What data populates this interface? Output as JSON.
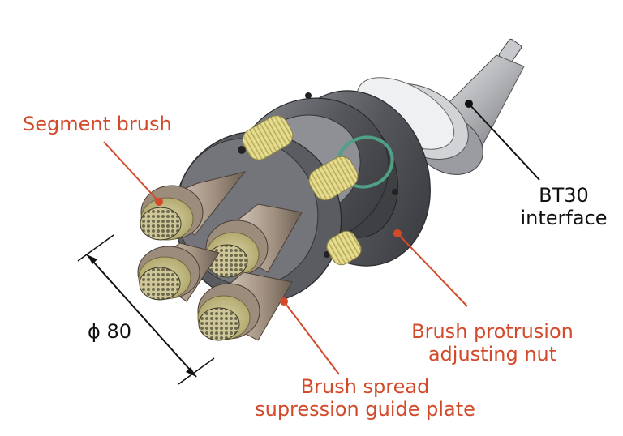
{
  "colors": {
    "callout_red": "#d24a2a",
    "callout_black": "#111111",
    "bristle_yellow": "#e2d88d",
    "metal_dark": "#5c5e63",
    "tube_bronze": "#a89886"
  },
  "labels": {
    "segment_brush": "Segment brush",
    "bt30_line1": "BT30",
    "bt30_line2": "interface",
    "protrusion_line1": "Brush protrusion",
    "protrusion_line2": "adjusting nut",
    "spread_line1": "Brush spread",
    "spread_line2": "supression guide plate",
    "diameter": "ϕ 80"
  }
}
